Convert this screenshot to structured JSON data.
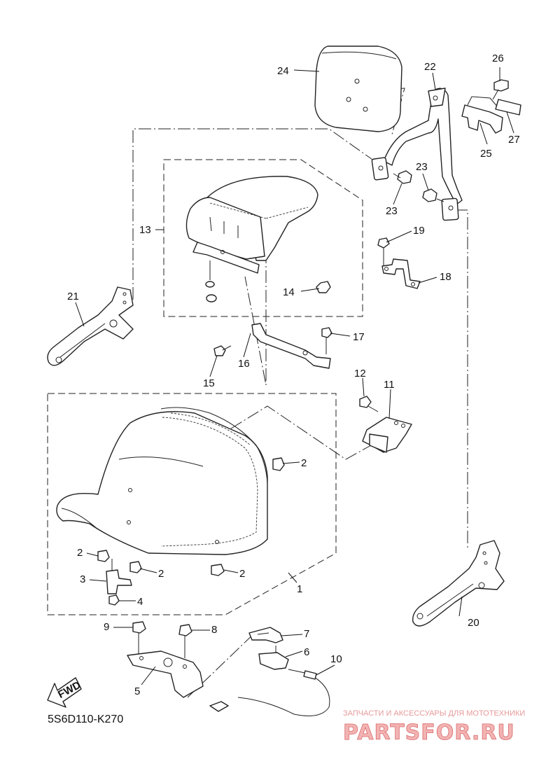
{
  "diagram": {
    "code": "5S6D110-K270",
    "fwd_label": "FWD",
    "watermark": {
      "line1": "ЗАПЧАСТИ И АКСЕССУАРЫ ДЛЯ МОТОТЕХНИКИ",
      "line2": "PARTSFOR.RU"
    },
    "callouts": [
      "1",
      "2",
      "3",
      "4",
      "5",
      "6",
      "7",
      "8",
      "9",
      "10",
      "11",
      "12",
      "13",
      "14",
      "15",
      "16",
      "17",
      "18",
      "19",
      "20",
      "21",
      "22",
      "23",
      "24",
      "25",
      "26",
      "27"
    ]
  }
}
